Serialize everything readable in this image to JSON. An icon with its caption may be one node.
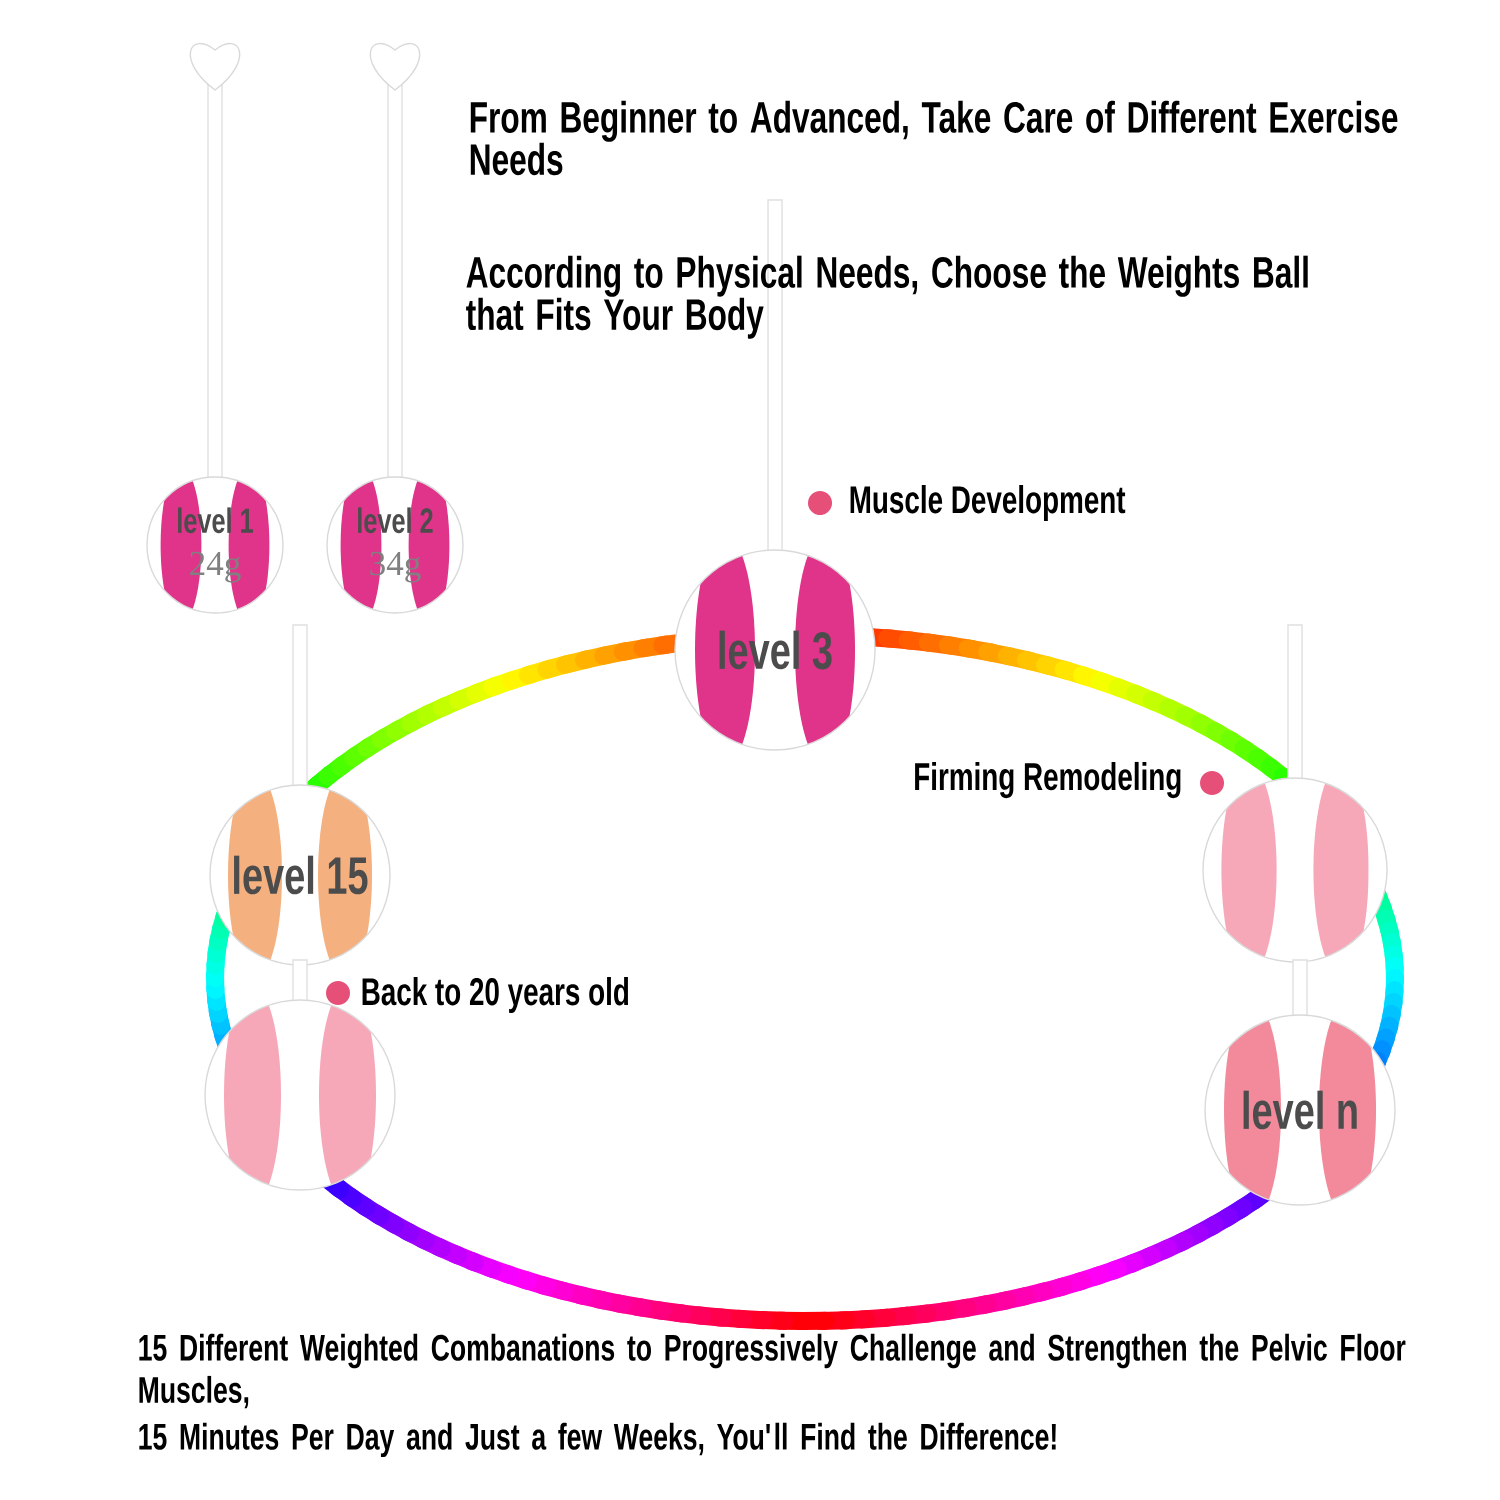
{
  "diagram": {
    "title": "From Beginner to Advanced, Take Care of Different Exercise Needs",
    "nodes": [
      {
        "text": [
          "level 1",
          "24g"
        ]
      },
      {
        "text": [
          "level 2",
          "34g"
        ]
      },
      {
        "text": [
          "level 3"
        ]
      },
      {
        "text": [
          "level 15"
        ]
      },
      {
        "text": [],
        "shape": "circle"
      },
      {
        "text": [],
        "shape": "circle"
      },
      {
        "text": [
          "level n"
        ]
      }
    ],
    "labels": [
      "According to Physical Needs, Choose the Weights Ball that Fits Your Body",
      "Muscle Development",
      "Firming Remodeling",
      "Back to 20 years old",
      "15 Different Weighted Combanations to Progressively Challenge and Strengthen the Pelvic Floor Muscles,",
      "15 Minutes Per Day and Just a few Weeks, You'll Find the Difference!"
    ]
  }
}
